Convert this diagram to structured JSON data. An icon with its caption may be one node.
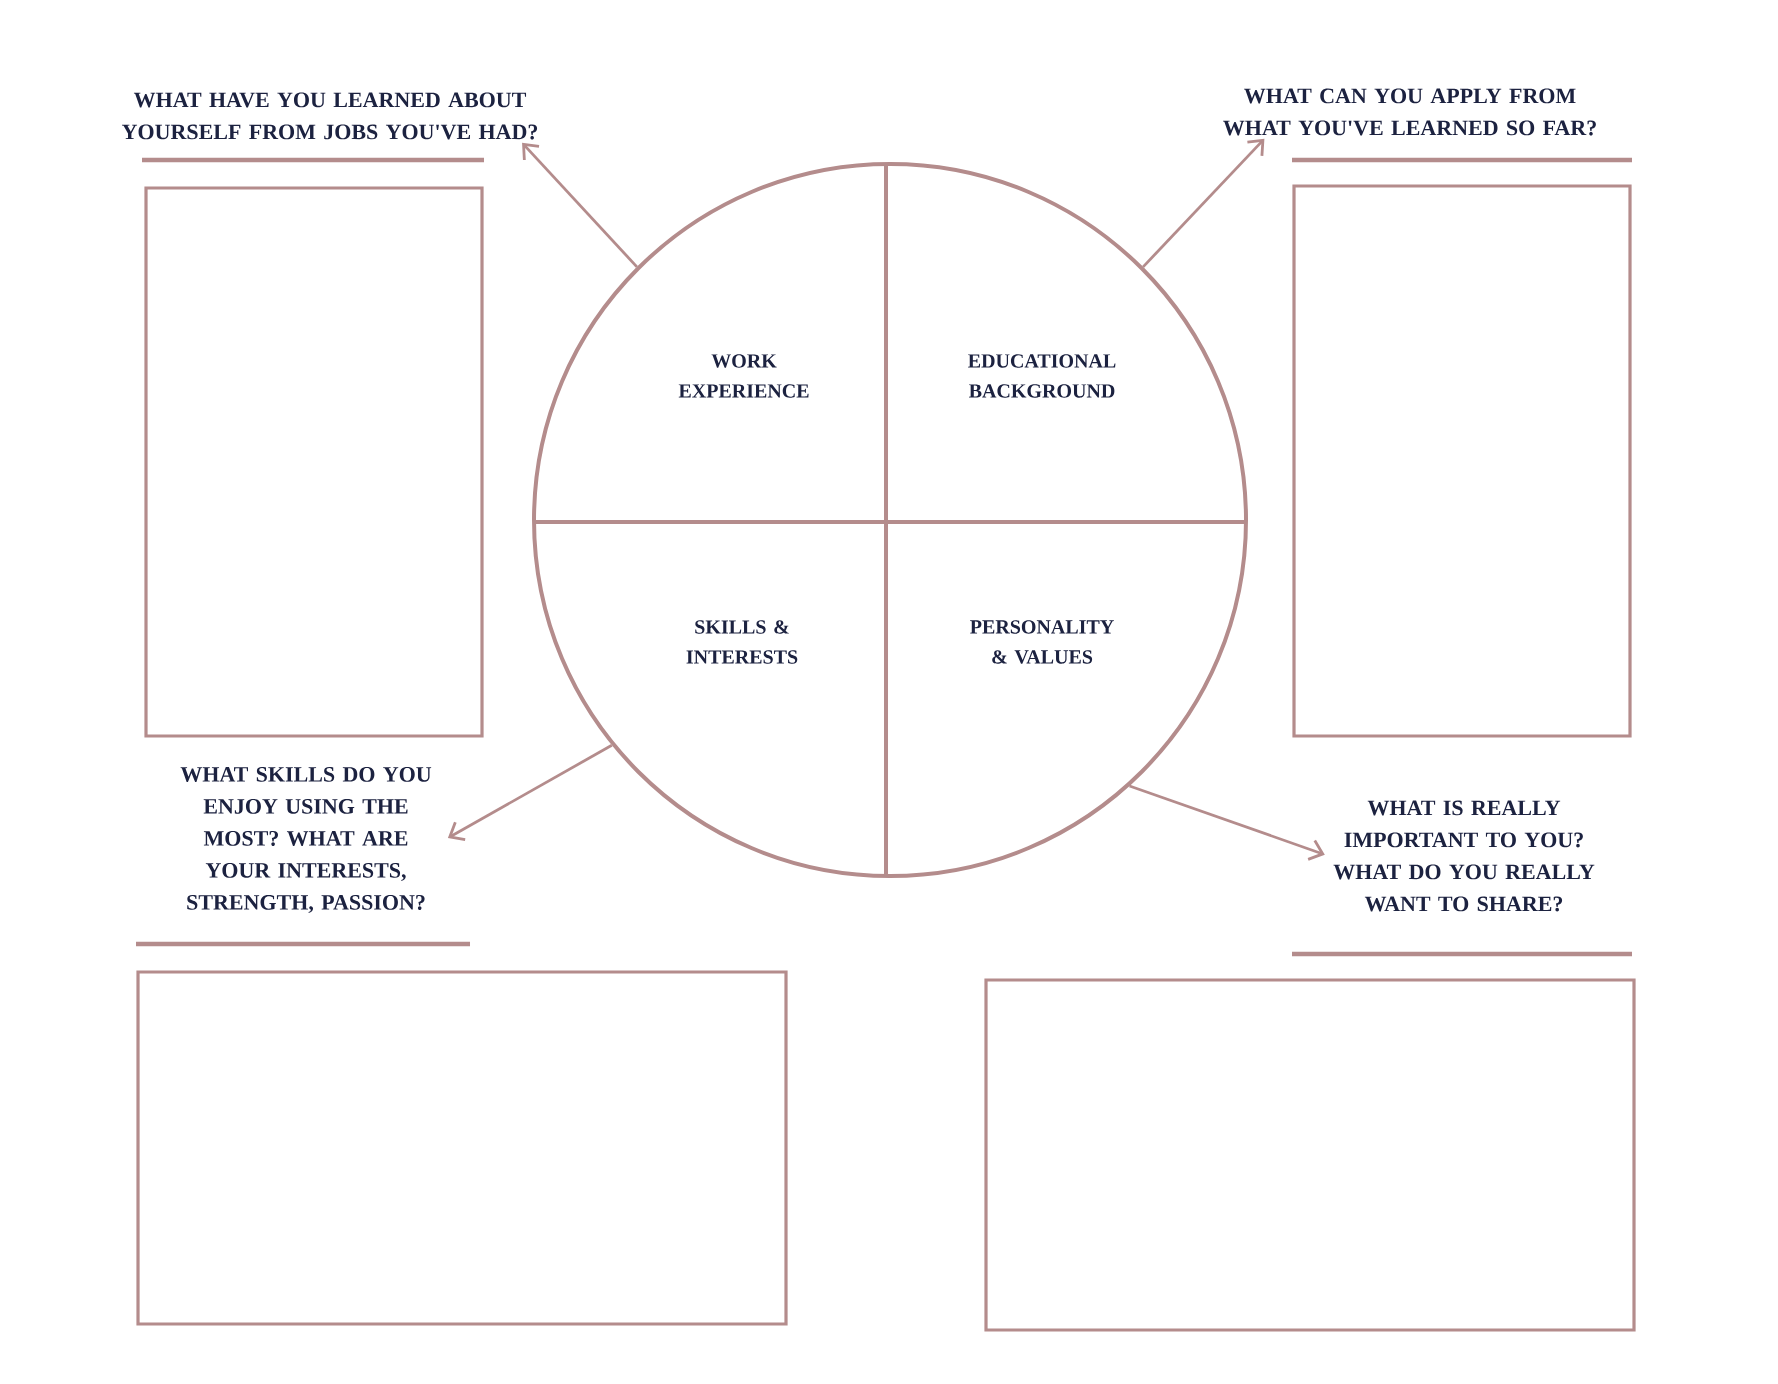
{
  "diagram": {
    "nodes": [
      {
        "text": [],
        "shape": "circle"
      },
      {
        "text": [
          "WORK EXPERIENCE"
        ],
        "in": 0
      },
      {
        "text": [
          "EDUCATIONAL BACKGROUND"
        ],
        "in": 0
      },
      {
        "text": [
          "SKILLS & INTERESTS"
        ],
        "in": 0
      },
      {
        "text": [
          "PERSONALITY & VALUES"
        ],
        "in": 0
      },
      {
        "text": [
          "WHAT HAVE YOU LEARNED ABOUT YOURSELF FROM JOBS YOU'VE HAD?"
        ]
      },
      {
        "text": [
          "WHAT CAN YOU APPLY FROM WHAT YOU'VE LEARNED SO FAR?"
        ]
      },
      {
        "text": [
          "WHAT SKILLS DO YOU ENJOY USING THE MOST? WHAT ARE YOUR INTERESTS, STRENGTH, PASSION?"
        ]
      },
      {
        "text": [
          "WHAT IS REALLY IMPORTANT TO YOU? WHAT DO YOU REALLY WANT TO SHARE?"
        ]
      },
      {
        "text": [],
        "shape": "box"
      },
      {
        "text": [],
        "shape": "box"
      },
      {
        "text": [],
        "shape": "box"
      },
      {
        "text": [],
        "shape": "box"
      }
    ],
    "edges": [
      {
        "from": 0,
        "to": 5,
        "arrow": "to"
      },
      {
        "from": 0,
        "to": 6,
        "arrow": "to"
      },
      {
        "from": 0,
        "to": 7,
        "arrow": "to"
      },
      {
        "from": 0,
        "to": 8,
        "arrow": "to"
      }
    ]
  }
}
